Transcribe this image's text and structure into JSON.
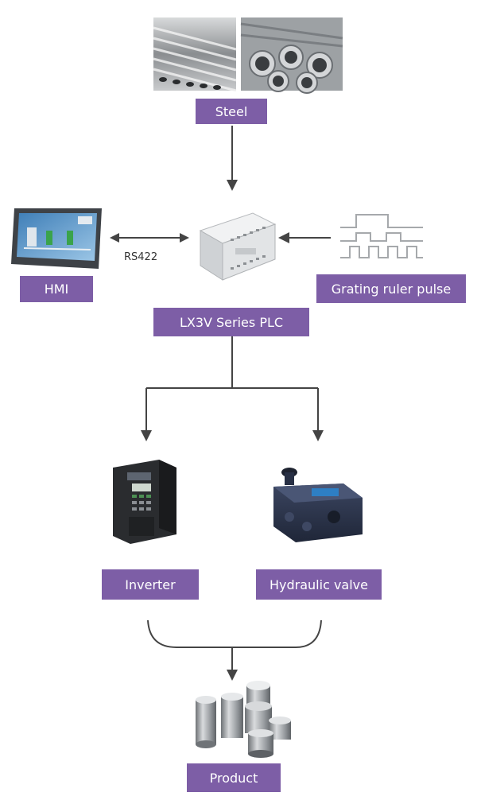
{
  "nodes": {
    "steel": "Steel",
    "plc": "LX3V Series PLC",
    "hmi": "HMI",
    "grating": "Grating ruler pulse",
    "inverter": "Inverter",
    "hydraulic": "Hydraulic valve",
    "product": "Product"
  },
  "links": {
    "hmi_plc": "RS422"
  },
  "colors": {
    "label_bg": "#7d5ea6",
    "label_text": "#ffffff",
    "arrow": "#444444"
  }
}
